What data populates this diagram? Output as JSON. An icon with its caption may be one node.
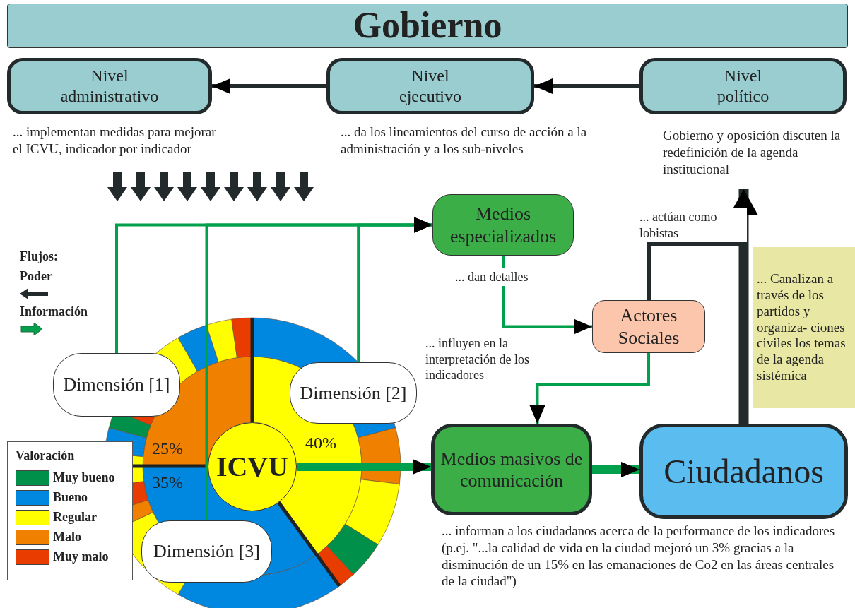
{
  "diagram": {
    "nodes": [
      {
        "text": [
          "Gobierno"
        ]
      },
      {
        "text": [
          "Nivel administrativo"
        ],
        "beside": [
          "... implementan medidas para mejorar el ICVU, indicador por indicador"
        ]
      },
      {
        "text": [
          "Nivel ejecutivo"
        ],
        "beside": [
          "... da los lineamientos del curso de acción a la administración y a los sub-niveles"
        ]
      },
      {
        "text": [
          "Nivel político"
        ],
        "beside": [
          "Gobierno y oposición discuten la redefinición de la agenda institucional"
        ]
      },
      {
        "text": [
          "Medios especializados"
        ]
      },
      {
        "text": [
          "Actores Sociales"
        ]
      },
      {
        "text": [
          "Dimensión [1]"
        ]
      },
      {
        "text": [
          "Dimensión [2]"
        ]
      },
      {
        "text": [
          "ICVU"
        ]
      },
      {
        "text": [
          "Medios masivos de comunicación"
        ],
        "beside": [
          "... informan a los ciudadanos acerca de la performance de los indicadores (p.ej. \"...la calidad de vida en la ciudad mejoró un 3% gracias a la disminución de un 15% en las emanaciones de Co2 en las áreas centrales de la ciudad\")"
        ]
      },
      {
        "text": [
          "Ciudadanos"
        ]
      },
      {
        "text": [
          "Dimensión [3]"
        ]
      },
      {
        "text": [
          "... Canalizan a través de los partidos y organiza- ciones civiles los temas de la agenda sistémica"
        ]
      }
    ],
    "edges": [
      {
        "from": 3,
        "to": 2,
        "arrow": "to",
        "color": "#222a2c"
      },
      {
        "from": 2,
        "to": 1,
        "arrow": "to",
        "color": "#222a2c"
      },
      {
        "from": 6,
        "to": 4,
        "arrow": "to"
      },
      {
        "from": 11,
        "to": 4,
        "arrow": "to"
      },
      {
        "from": 7,
        "to": 4,
        "arrow": "to"
      },
      {
        "from": 4,
        "to": 5,
        "arrow": "to",
        "label": "... dan detalles"
      },
      {
        "from": 5,
        "to": 9,
        "arrow": "to",
        "label": "... influyen en la interpretación de los indicadores"
      },
      {
        "from": 5,
        "to": 3,
        "arrow": "to",
        "label": "... actúan como lobistas",
        "color": "#222a2c"
      },
      {
        "from": 8,
        "to": 9,
        "arrow": "to",
        "style": "thick"
      },
      {
        "from": 9,
        "to": 10,
        "arrow": "to",
        "style": "thick"
      },
      {
        "from": 10,
        "to": 3,
        "arrow": "to",
        "style": "thick",
        "color": "#222a2c"
      }
    ],
    "labels": [
      "Flujos:",
      "Valoración",
      "25%",
      "35%",
      "40%"
    ],
    "legend": [
      {
        "text": "Poder"
      },
      {
        "text": "Información"
      },
      {
        "text": "Muy bueno",
        "color": "#00904a"
      },
      {
        "text": "Bueno",
        "color": "#0088e0"
      },
      {
        "text": "Regular",
        "color": "#ffff00"
      },
      {
        "text": "Malo",
        "color": "#f08000"
      },
      {
        "text": "Muy malo",
        "color": "#e83c00"
      }
    ]
  }
}
